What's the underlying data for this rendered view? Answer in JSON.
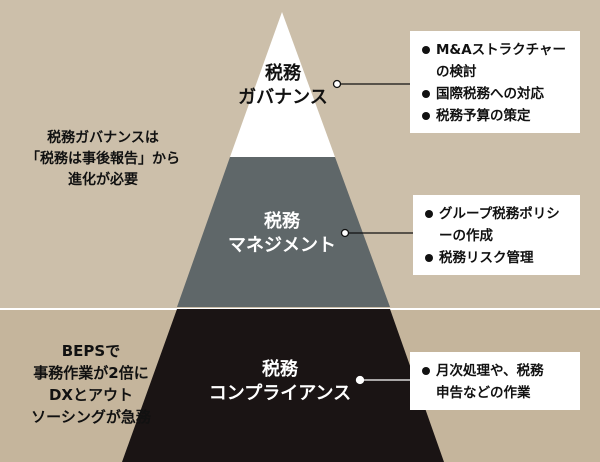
{
  "tiers": [
    {
      "id": "governance",
      "lines": [
        "税務",
        "ガバナンス"
      ]
    },
    {
      "id": "management",
      "lines": [
        "税務",
        "マネジメント"
      ]
    },
    {
      "id": "compliance",
      "lines": [
        "税務",
        "コンプライアンス"
      ]
    }
  ],
  "callouts": {
    "governance": [
      "M&Aストラクチャーの検討",
      "国際税務への対応",
      "税務予算の策定"
    ],
    "management": [
      "グループ税務ポリシーの作成",
      "税務リスク管理"
    ],
    "compliance": [
      "月次処理や、税務申告などの作業"
    ]
  },
  "callout_lines": {
    "governance": [
      "M&Aストラクチャー",
      "の検討",
      "国際税務への対応",
      "税務予算の策定"
    ],
    "management": [
      "グループ税務ポリシ",
      "ーの作成",
      "税務リスク管理"
    ],
    "compliance": [
      "月次処理や、税務",
      "申告などの作業"
    ]
  },
  "side_notes": {
    "top": [
      "税務ガバナンスは",
      "「税務は事後報告」から",
      "進化が必要"
    ],
    "bottom": [
      "BEPSで",
      "事務作業が2倍に",
      "DXとアウト",
      "ソーシングが急務"
    ]
  },
  "colors": {
    "tier_top": "#ffffff",
    "tier_middle": "#5f6769",
    "tier_bottom": "#1a1414",
    "text_dark": "#111111",
    "text_light": "#ffffff"
  }
}
